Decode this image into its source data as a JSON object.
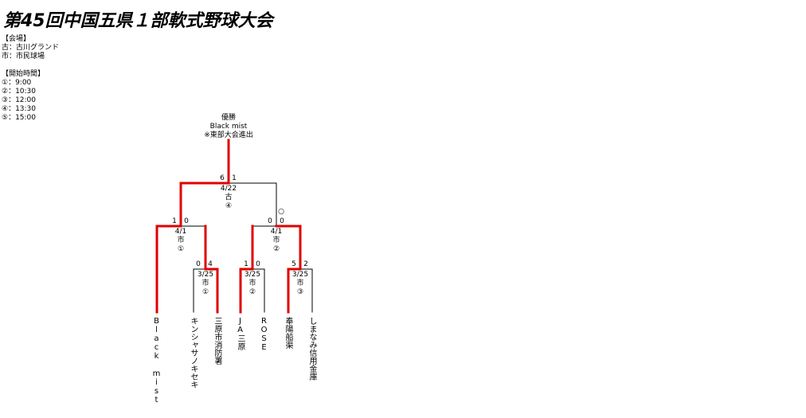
{
  "title": "第45回中国五県１部軟式野球大会",
  "venue": {
    "heading": "【会場】",
    "items": [
      "古：古川グランド",
      "市：市民球場"
    ]
  },
  "times": {
    "heading": "【開始時間】",
    "items": [
      "①：9:00",
      "②：10:30",
      "③：12:00",
      "④：13:30",
      "⑤：15:00"
    ]
  },
  "champion": {
    "label": "優勝",
    "team": "Black mist",
    "note": "※東部大会進出"
  },
  "teams": [
    "Black mist",
    "キンシャサノキセキ",
    "三原市消防署",
    "JA三原",
    "ROSE",
    "奉陽船渠",
    "しまなみ信用金庫"
  ],
  "colors": {
    "winner_line": "#e00000",
    "line": "#000000"
  },
  "matches": {
    "r1a": {
      "date": "3/25",
      "venue": "市",
      "slot": "①",
      "score_left": "0",
      "score_right": "4"
    },
    "r1b": {
      "date": "3/25",
      "venue": "市",
      "slot": "②",
      "score_left": "1",
      "score_right": "0"
    },
    "r1c": {
      "date": "3/25",
      "venue": "市",
      "slot": "③",
      "score_left": "5",
      "score_right": "2"
    },
    "sf1": {
      "date": "4/1",
      "venue": "市",
      "slot": "①",
      "score_left": "1",
      "score_right": "0"
    },
    "sf2": {
      "date": "4/1",
      "venue": "市",
      "slot": "②",
      "score_left": "0",
      "score_right": "0",
      "mark": "○"
    },
    "final": {
      "date": "4/22",
      "venue": "古",
      "slot": "④",
      "score_left": "6",
      "score_right": "1"
    }
  }
}
